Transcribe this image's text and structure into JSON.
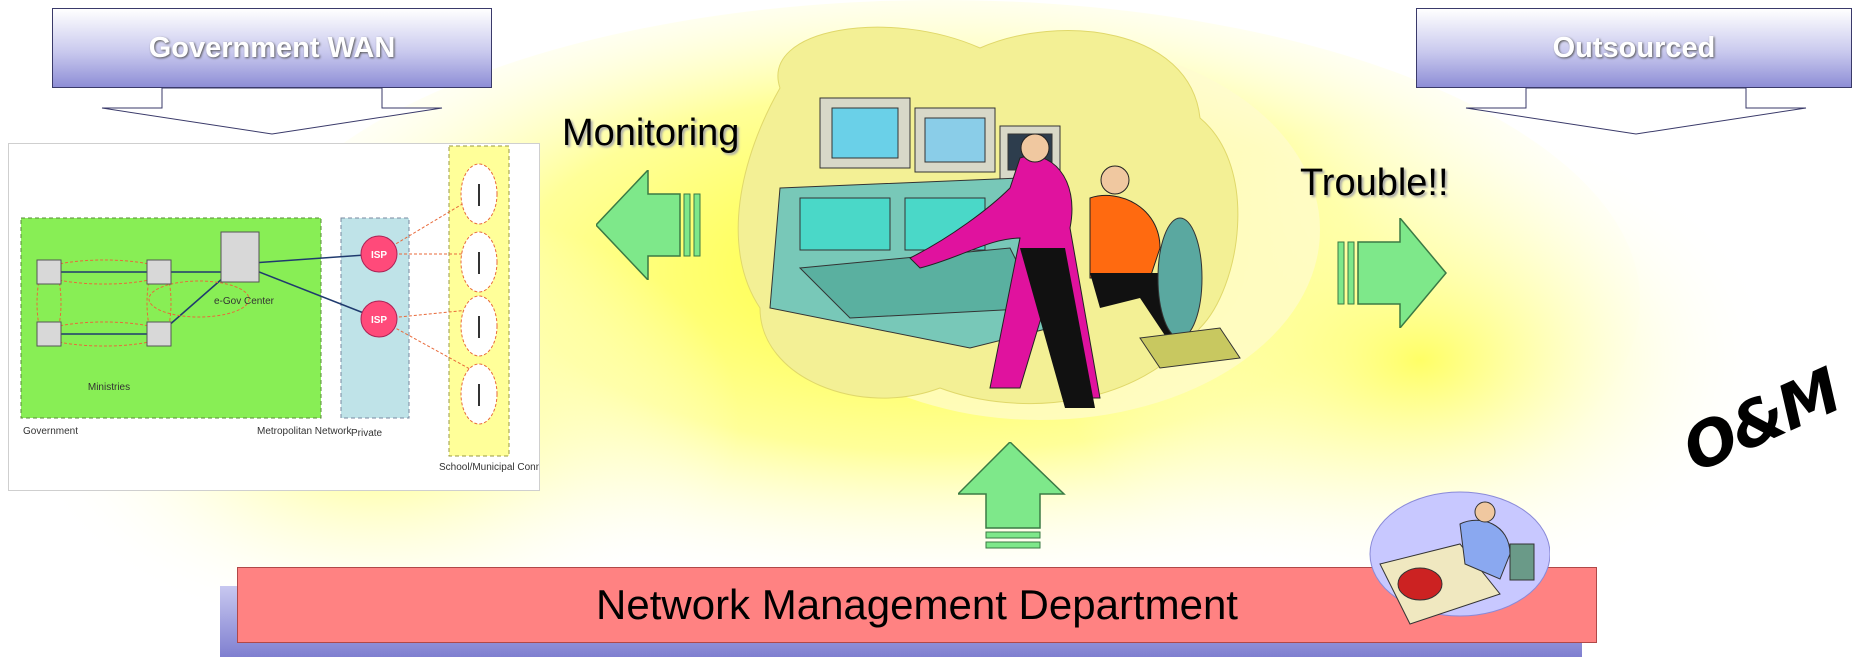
{
  "callouts": {
    "left": "Government WAN",
    "right": "Outsourced"
  },
  "labels": {
    "monitoring": "Monitoring",
    "trouble": "Trouble!!",
    "om": "O&M"
  },
  "bottom_bar": "Network Management Department",
  "network_diagram": {
    "node_label": "e-Gov Center",
    "isp": "ISP",
    "ministries": "Ministries",
    "zones": {
      "government": "Government",
      "metro": "Metropolitan Network",
      "private": "Private",
      "school": "School/Municipal Connectivity"
    }
  },
  "colors": {
    "accent_green": "#7ee88a",
    "bar_red": "#ff8282",
    "glow_yellow": "#ffff55",
    "callout_blue": "#8e8ed6"
  }
}
